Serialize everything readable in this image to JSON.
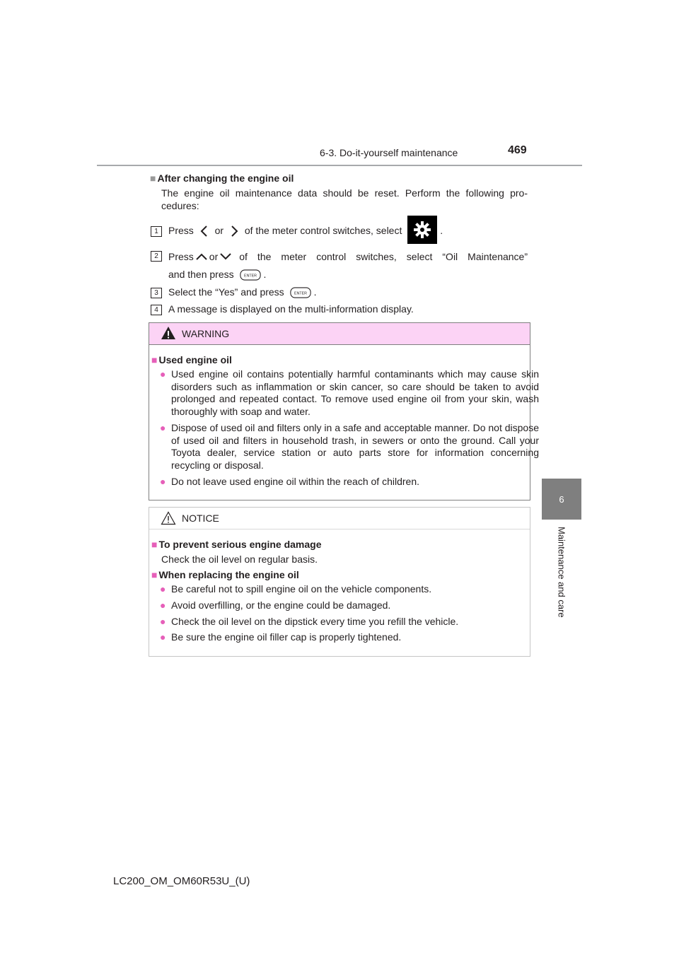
{
  "header": {
    "section": "6-3. Do-it-yourself maintenance",
    "page_number": "469"
  },
  "side_tab": {
    "chapter_number": "6",
    "chapter_label": "Maintenance and care"
  },
  "after_change": {
    "heading": "After changing the engine oil",
    "intro": "The engine oil maintenance data should be reset. Perform the following pro-cedures:",
    "steps": [
      {
        "num": "1",
        "press": "Press",
        "or": "or",
        "text": "of the meter control switches, select",
        "end": "."
      },
      {
        "num": "2",
        "press": "Press",
        "or": "or",
        "text": "of the meter control switches, select “Oil Maintenance”",
        "line2": "and then press",
        "end": "."
      },
      {
        "num": "3",
        "text": "Select the “Yes” and press",
        "end": "."
      },
      {
        "num": "4",
        "text": "A message is displayed on the multi-information display."
      }
    ]
  },
  "warning": {
    "label": "WARNING",
    "heading": "Used engine oil",
    "items": [
      "Used engine oil contains potentially harmful contaminants which may cause skin disorders such as inflammation or skin cancer, so care should be taken to avoid prolonged and repeated contact. To remove used engine oil from your skin, wash thoroughly with soap and water.",
      "Dispose of used oil and filters only in a safe and acceptable manner. Do not dispose of used oil and filters in household trash, in sewers or onto the ground. Call your Toyota dealer, service station or auto parts store for information concerning recycling or disposal.",
      "Do not leave used engine oil within the reach of children."
    ]
  },
  "notice": {
    "label": "NOTICE",
    "heading1": "To prevent serious engine damage",
    "text1": "Check the oil level on regular basis.",
    "heading2": "When replacing the engine oil",
    "items": [
      "Be careful not to spill engine oil on the vehicle components.",
      "Avoid overfilling, or the engine could be damaged.",
      "Check the oil level on the dipstick every time you refill the vehicle.",
      "Be sure the engine oil filler cap is properly tightened."
    ]
  },
  "footer": {
    "code": "LC200_OM_OM60R53U_(U)"
  },
  "colors": {
    "warning_header_bg": "#fcd3f5",
    "bullet": "#e65fb9",
    "tab_bg": "#7f7f7f"
  },
  "icons": [
    "chevron-left-icon",
    "chevron-right-icon",
    "gear-icon",
    "chevron-up-icon",
    "chevron-down-icon",
    "enter-button-icon",
    "warning-triangle-icon"
  ]
}
